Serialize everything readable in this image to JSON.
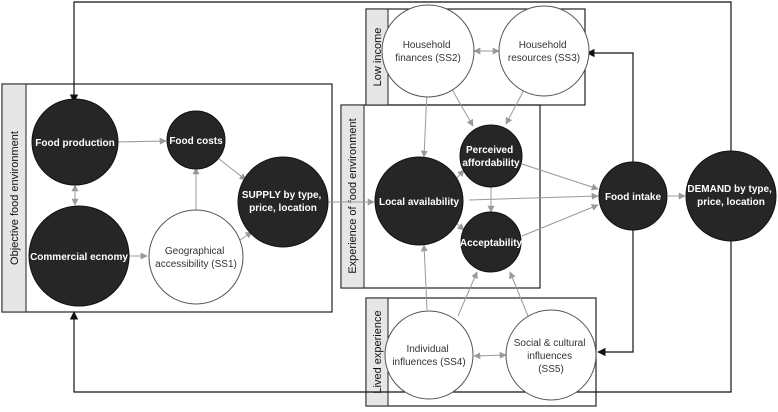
{
  "groups": {
    "objective": "Objective food environment",
    "experience": "Experience of food environment",
    "low_income": "Low income",
    "lived": "Lived experience"
  },
  "nodes": {
    "food_production": [
      "Food production"
    ],
    "food_costs": [
      "Food costs"
    ],
    "commercial_economy": [
      "Commercial ecnomy"
    ],
    "geographical_accessibility": [
      "Geographical",
      "accessibility (SS1)"
    ],
    "supply": [
      "SUPPLY by type,",
      "price, location"
    ],
    "household_finances": [
      "Household",
      "finances (SS2)"
    ],
    "household_resources": [
      "Household",
      "resources (SS3)"
    ],
    "local_availability": [
      "Local availability"
    ],
    "perceived_affordability": [
      "Perceived",
      "affordability"
    ],
    "acceptability": [
      "Acceptability"
    ],
    "food_intake": [
      "Food intake"
    ],
    "demand": [
      "DEMAND by type,",
      "price, location"
    ],
    "individual_influences": [
      "Individual",
      "influences (SS4)"
    ],
    "social_cultural": [
      "Social & cultural",
      "influences",
      "(SS5)"
    ]
  },
  "colors": {
    "dark_node": "#262626",
    "light_node": "#ffffff",
    "grey_edge": "#9a9a9a",
    "black_edge": "#111111",
    "tab_fill": "#e6e6e6"
  }
}
